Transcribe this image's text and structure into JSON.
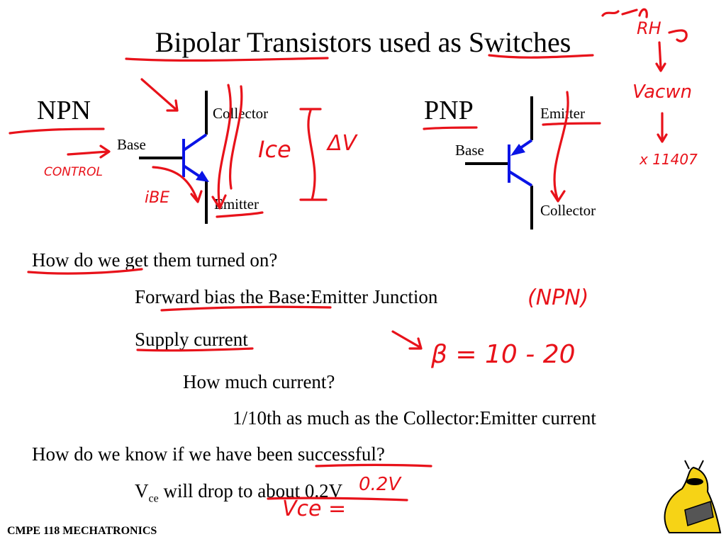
{
  "slide": {
    "title": "Bipolar Transistors used as Switches",
    "footer": "CMPE 118 MECHATRONICS"
  },
  "npn": {
    "heading": "NPN",
    "collector": "Collector",
    "base": "Base",
    "emitter": "Emitter"
  },
  "pnp": {
    "heading": "PNP",
    "emitter": "Emitter",
    "base": "Base",
    "collector": "Collector"
  },
  "body": {
    "q1": "How do we get them turned on?",
    "a1": "Forward bias the Base:Emitter Junction",
    "a2": "Supply current",
    "q2": "How much current?",
    "a3": "1/10th as much as the Collector:Emitter current",
    "q3": "How do we know if we have been successful?",
    "a4_v": "V",
    "a4_sub": "ce",
    "a4_rest": " will drop to about 0.2V"
  },
  "annotations": {
    "control": "CONTROL",
    "ice": "Ice",
    "ibe": "iBE",
    "dv": "ΔV",
    "npn_note": "(NPN)",
    "beta": "β = 10 - 20",
    "vce": "Vce =",
    "vce_val": "0.2V",
    "r_note": "RH",
    "v_note": "Vacwn",
    "x_note": "x 11407",
    "ink_color": "#e8121a",
    "circuit_color": "#0a14e6"
  }
}
